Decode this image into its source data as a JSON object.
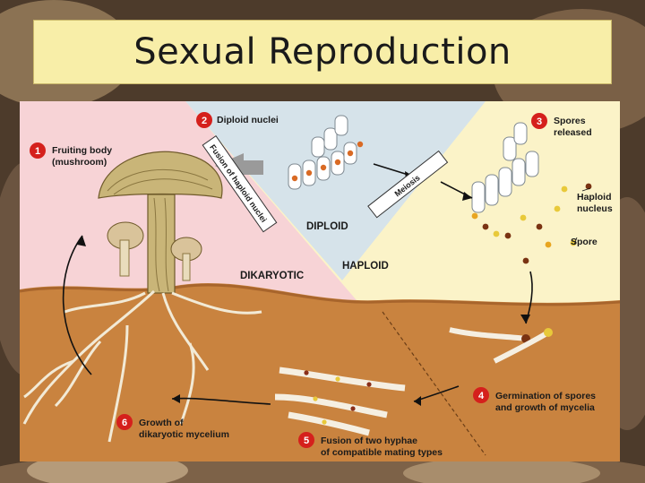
{
  "title": "Sexual Reproduction",
  "zones": {
    "dikaryotic": "DIKARYOTIC",
    "diploid": "DIPLOID",
    "haploid": "HAPLOID"
  },
  "boxes": {
    "fusion_nuclei": "Fusion of haploid nuclei",
    "meiosis": "Meiosis"
  },
  "steps": [
    {
      "num": "1",
      "line1": "Fruiting body",
      "line2": "(mushroom)"
    },
    {
      "num": "2",
      "line1": "Diploid nuclei",
      "line2": ""
    },
    {
      "num": "3",
      "line1": "Spores",
      "line2": "released"
    },
    {
      "num": "4",
      "line1": "Germination of spores",
      "line2": "and growth of mycelia"
    },
    {
      "num": "5",
      "line1": "Fusion of two hyphae",
      "line2": "of compatible mating types"
    },
    {
      "num": "6",
      "line1": "Growth of",
      "line2": "dikaryotic mycelium"
    }
  ],
  "labels": {
    "haploid_nucleus_1": "Haploid",
    "haploid_nucleus_2": "nucleus",
    "spore": "Spore"
  },
  "colors": {
    "dikaryotic_bg": "#f7d3d6",
    "diploid_bg": "#d6e3ea",
    "haploid_bg": "#fbf3c8",
    "soil": "#c9833f",
    "step_marker": "#d5201c",
    "title_bg": "#f8eea8"
  }
}
